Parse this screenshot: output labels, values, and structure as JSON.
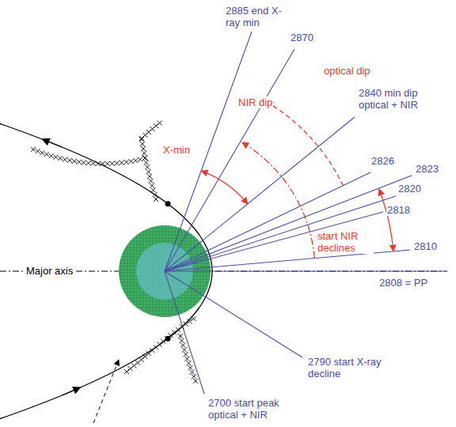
{
  "diagram": {
    "labels": [
      "2885 end X-ray min",
      "2870",
      "optical dip",
      "2840 min dip optical + NIR",
      "NIR dip",
      "X-min",
      "2826",
      "2823",
      "2820",
      "2818",
      "start NIR declines",
      "2810",
      "Major axis",
      "2808 = PP",
      "2790 start X-ray decline",
      "2700 start peak optical + NIR"
    ]
  }
}
